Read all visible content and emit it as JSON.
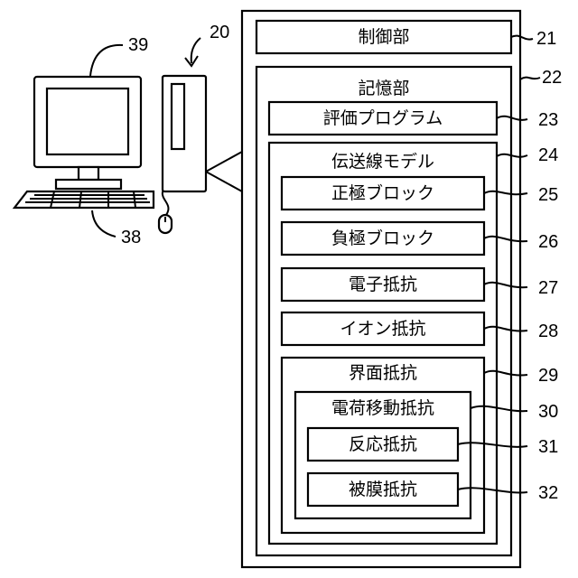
{
  "figure": {
    "refs": {
      "apparatus": "20",
      "keyboard": "38",
      "monitor": "39"
    },
    "blocks": {
      "control_unit": {
        "label": "制御部",
        "ref": "21"
      },
      "storage_unit": {
        "label": "記憶部",
        "ref": "22"
      },
      "evaluation_program": {
        "label": "評価プログラム",
        "ref": "23"
      },
      "transmission_line_model": {
        "label": "伝送線モデル",
        "ref": "24"
      },
      "positive_electrode_block": {
        "label": "正極ブロック",
        "ref": "25"
      },
      "negative_electrode_block": {
        "label": "負極ブロック",
        "ref": "26"
      },
      "electronic_resistance": {
        "label": "電子抵抗",
        "ref": "27"
      },
      "ionic_resistance": {
        "label": "イオン抵抗",
        "ref": "28"
      },
      "interface_resistance": {
        "label": "界面抵抗",
        "ref": "29"
      },
      "charge_transfer_resistance": {
        "label": "電荷移動抵抗",
        "ref": "30"
      },
      "reaction_resistance": {
        "label": "反応抵抗",
        "ref": "31"
      },
      "film_resistance": {
        "label": "被膜抵抗",
        "ref": "32"
      }
    }
  }
}
